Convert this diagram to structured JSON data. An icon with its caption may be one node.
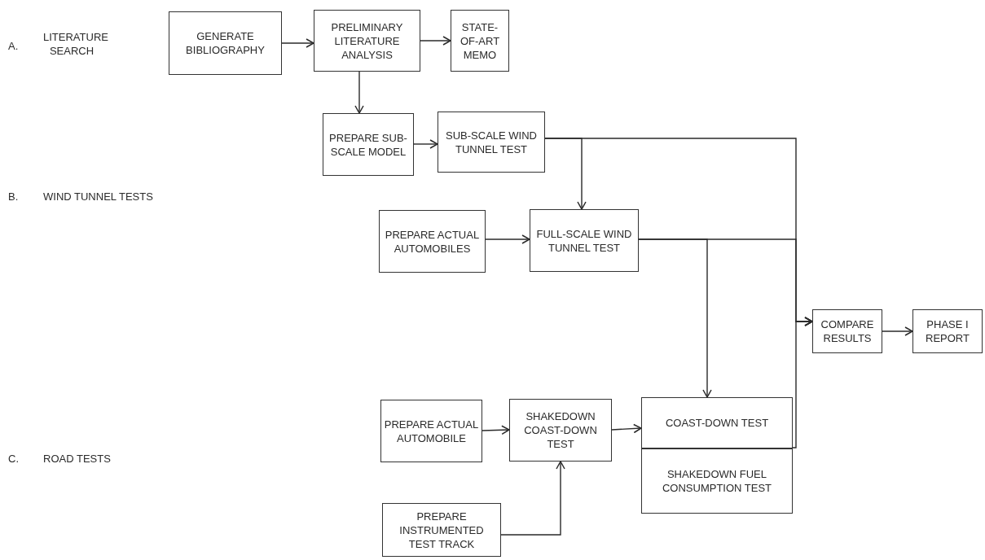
{
  "diagram": {
    "nodes": [
      {
        "text": [
          "GENERATE BIBLIOGRAPHY"
        ]
      },
      {
        "text": [
          "PRELIMINARY LITERATURE ANALYSIS"
        ]
      },
      {
        "text": [
          "STATE-OF-ART MEMO"
        ]
      },
      {
        "text": [
          "PREPARE SUB-SCALE MODEL"
        ]
      },
      {
        "text": [
          "SUB-SCALE WIND TUNNEL TEST"
        ]
      },
      {
        "text": [
          "PREPARE ACTUAL AUTOMOBILES"
        ]
      },
      {
        "text": [
          "FULL-SCALE WIND TUNNEL TEST"
        ]
      },
      {
        "text": [
          "COMPARE RESULTS"
        ]
      },
      {
        "text": [
          "PHASE I REPORT"
        ]
      },
      {
        "text": [
          "PREPARE ACTUAL AUTOMOBILE"
        ]
      },
      {
        "text": [
          "SHAKEDOWN COAST-DOWN TEST"
        ]
      },
      {
        "text": [
          "COAST-DOWN TEST"
        ]
      },
      {
        "text": [
          "SHAKEDOWN FUEL CONSUMPTION TEST"
        ]
      },
      {
        "text": [
          "PREPARE INSTRUMENTED TEST TRACK"
        ]
      }
    ],
    "edges": [
      {
        "from": 0,
        "to": 1,
        "arrow": "to"
      },
      {
        "from": 1,
        "to": 2,
        "arrow": "to"
      },
      {
        "from": 1,
        "to": 3,
        "arrow": "to"
      },
      {
        "from": 3,
        "to": 4,
        "arrow": "to"
      },
      {
        "from": 4,
        "to": 6,
        "arrow": "to"
      },
      {
        "from": 4,
        "to": 7,
        "arrow": "to"
      },
      {
        "from": 5,
        "to": 6,
        "arrow": "to"
      },
      {
        "from": 6,
        "to": 11,
        "arrow": "to"
      },
      {
        "from": 6,
        "to": 7,
        "arrow": "to"
      },
      {
        "from": 11,
        "to": 7,
        "arrow": "to"
      },
      {
        "from": 7,
        "to": 8,
        "arrow": "to"
      },
      {
        "from": 9,
        "to": 10,
        "arrow": "to"
      },
      {
        "from": 10,
        "to": 11,
        "arrow": "to"
      },
      {
        "from": 13,
        "to": 10,
        "arrow": "to"
      }
    ],
    "labels": [
      "A.",
      "LITERATURE SEARCH",
      "B.",
      "WIND TUNNEL TESTS",
      "C.",
      "ROAD TESTS"
    ]
  }
}
